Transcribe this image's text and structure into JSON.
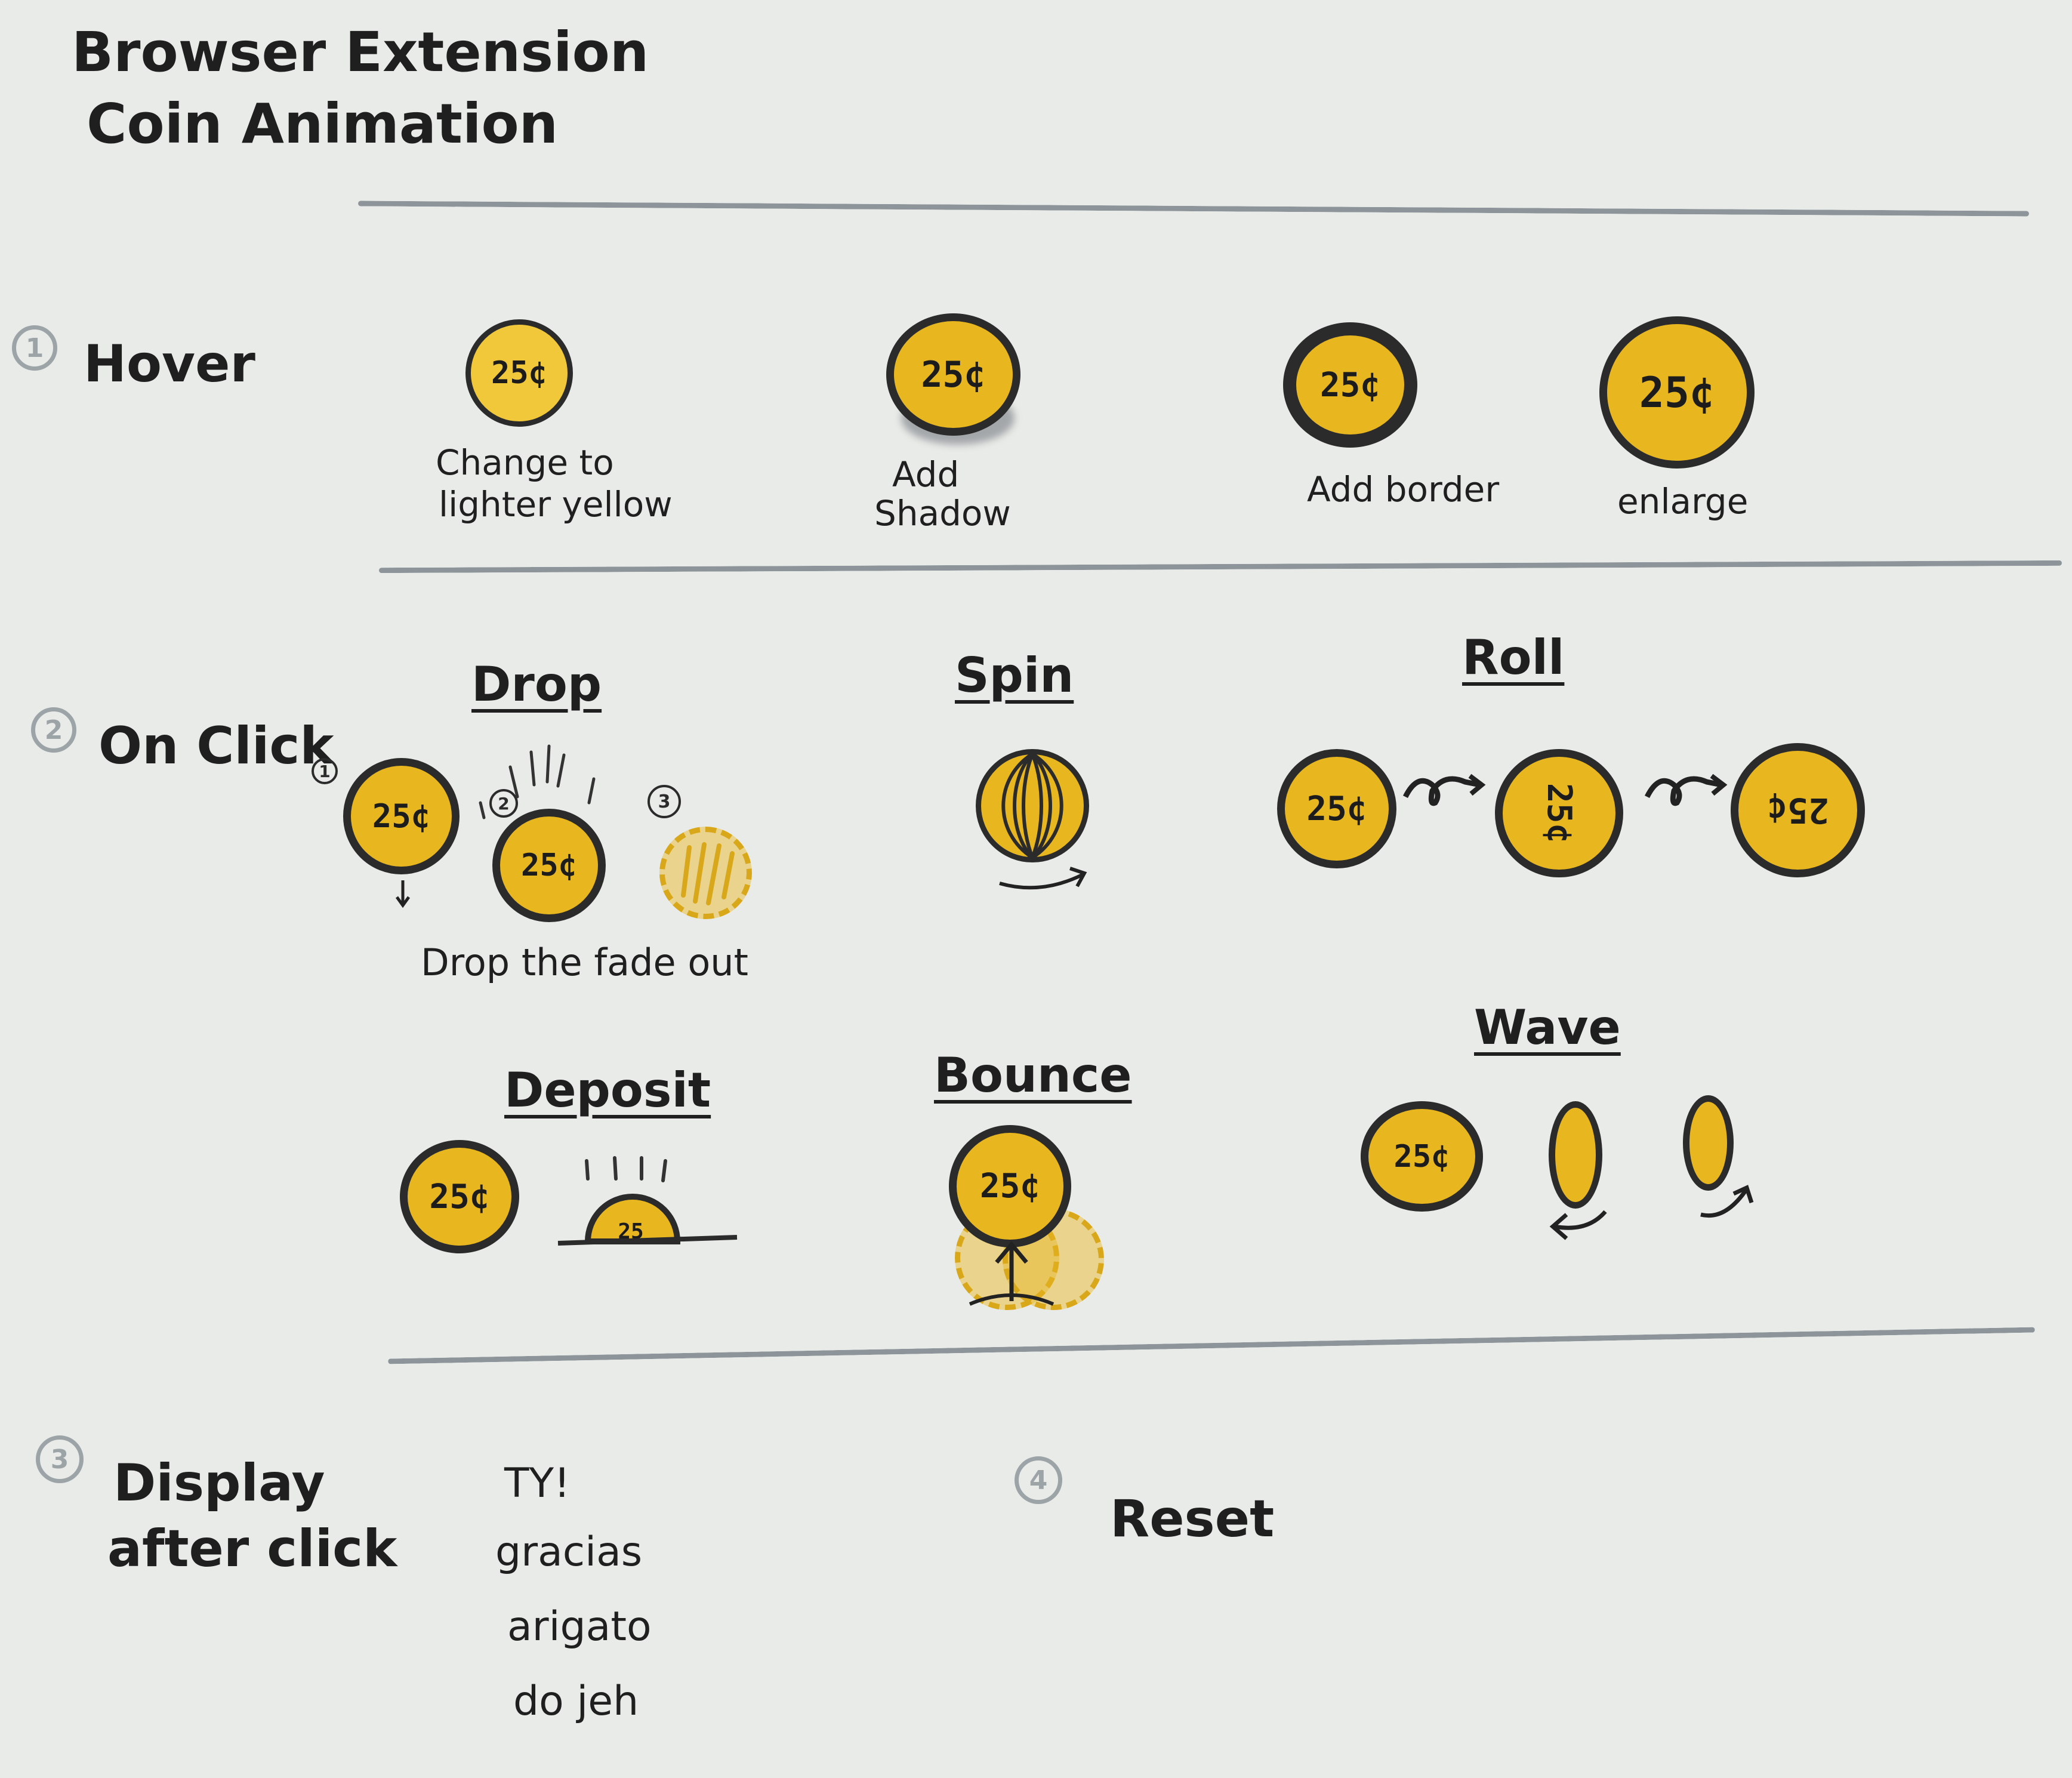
{
  "title": {
    "line1": "Browser Extension",
    "line2": "Coin Animation"
  },
  "coin_label": "25¢",
  "colors": {
    "coin_yellow": "#e8b61f",
    "coin_border": "#2b2b2b",
    "rule_gray": "#8d959a",
    "paper": "#e9ebe8"
  },
  "sections": {
    "hover": {
      "number": "1",
      "label": "Hover",
      "items": [
        {
          "caption_line1": "Change to",
          "caption_line2": "lighter yellow"
        },
        {
          "caption_line1": "Add",
          "caption_line2": "Shadow"
        },
        {
          "caption_line1": "Add border",
          "caption_line2": ""
        },
        {
          "caption_line1": "enlarge",
          "caption_line2": ""
        }
      ]
    },
    "on_click": {
      "number": "2",
      "label": "On Click",
      "drop": {
        "title": "Drop",
        "steps": [
          "1",
          "2",
          "3"
        ],
        "note": "Drop the fade out"
      },
      "spin": {
        "title": "Spin"
      },
      "roll": {
        "title": "Roll"
      },
      "deposit": {
        "title": "Deposit"
      },
      "bounce": {
        "title": "Bounce"
      },
      "wave": {
        "title": "Wave"
      }
    },
    "display_after_click": {
      "number": "3",
      "label_line1": "Display",
      "label_line2": "after click",
      "messages": [
        "TY!",
        "gracias",
        "arigato",
        "do jeh"
      ]
    },
    "reset": {
      "number": "4",
      "label": "Reset"
    }
  }
}
